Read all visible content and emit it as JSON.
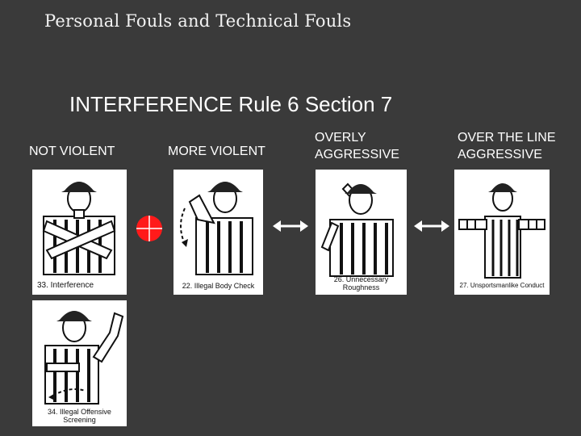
{
  "slide": {
    "title": "Personal Fouls and Technical Fouls",
    "subtitle": "INTERFERENCE Rule 6 Section  7"
  },
  "columns": {
    "not_violent": "NOT VIOLENT",
    "more_violent": "MORE VIOLENT",
    "overly_line1": "OVERLY",
    "overly_line2": "AGGRESSIVE",
    "over_line_line1": "OVER THE LINE",
    "over_line_line2": "AGGRESSIVE"
  },
  "signals": {
    "interference": "33. Interference",
    "illegal_body_check": "22. Illegal Body Check",
    "unnecessary_roughness": "26. Unnecessary Roughness",
    "unsportsmanlike": "27. Unsportsmanlike Conduct",
    "screening_line1": "34. Illegal Offensive",
    "screening_line2": "Screening"
  },
  "colors": {
    "background": "#3a3a3a",
    "no_sign": "#ff1a1a",
    "card": "#ffffff"
  },
  "icons": {
    "no_sign": "crosshair-circle-icon",
    "arrow": "double-arrow-icon"
  }
}
